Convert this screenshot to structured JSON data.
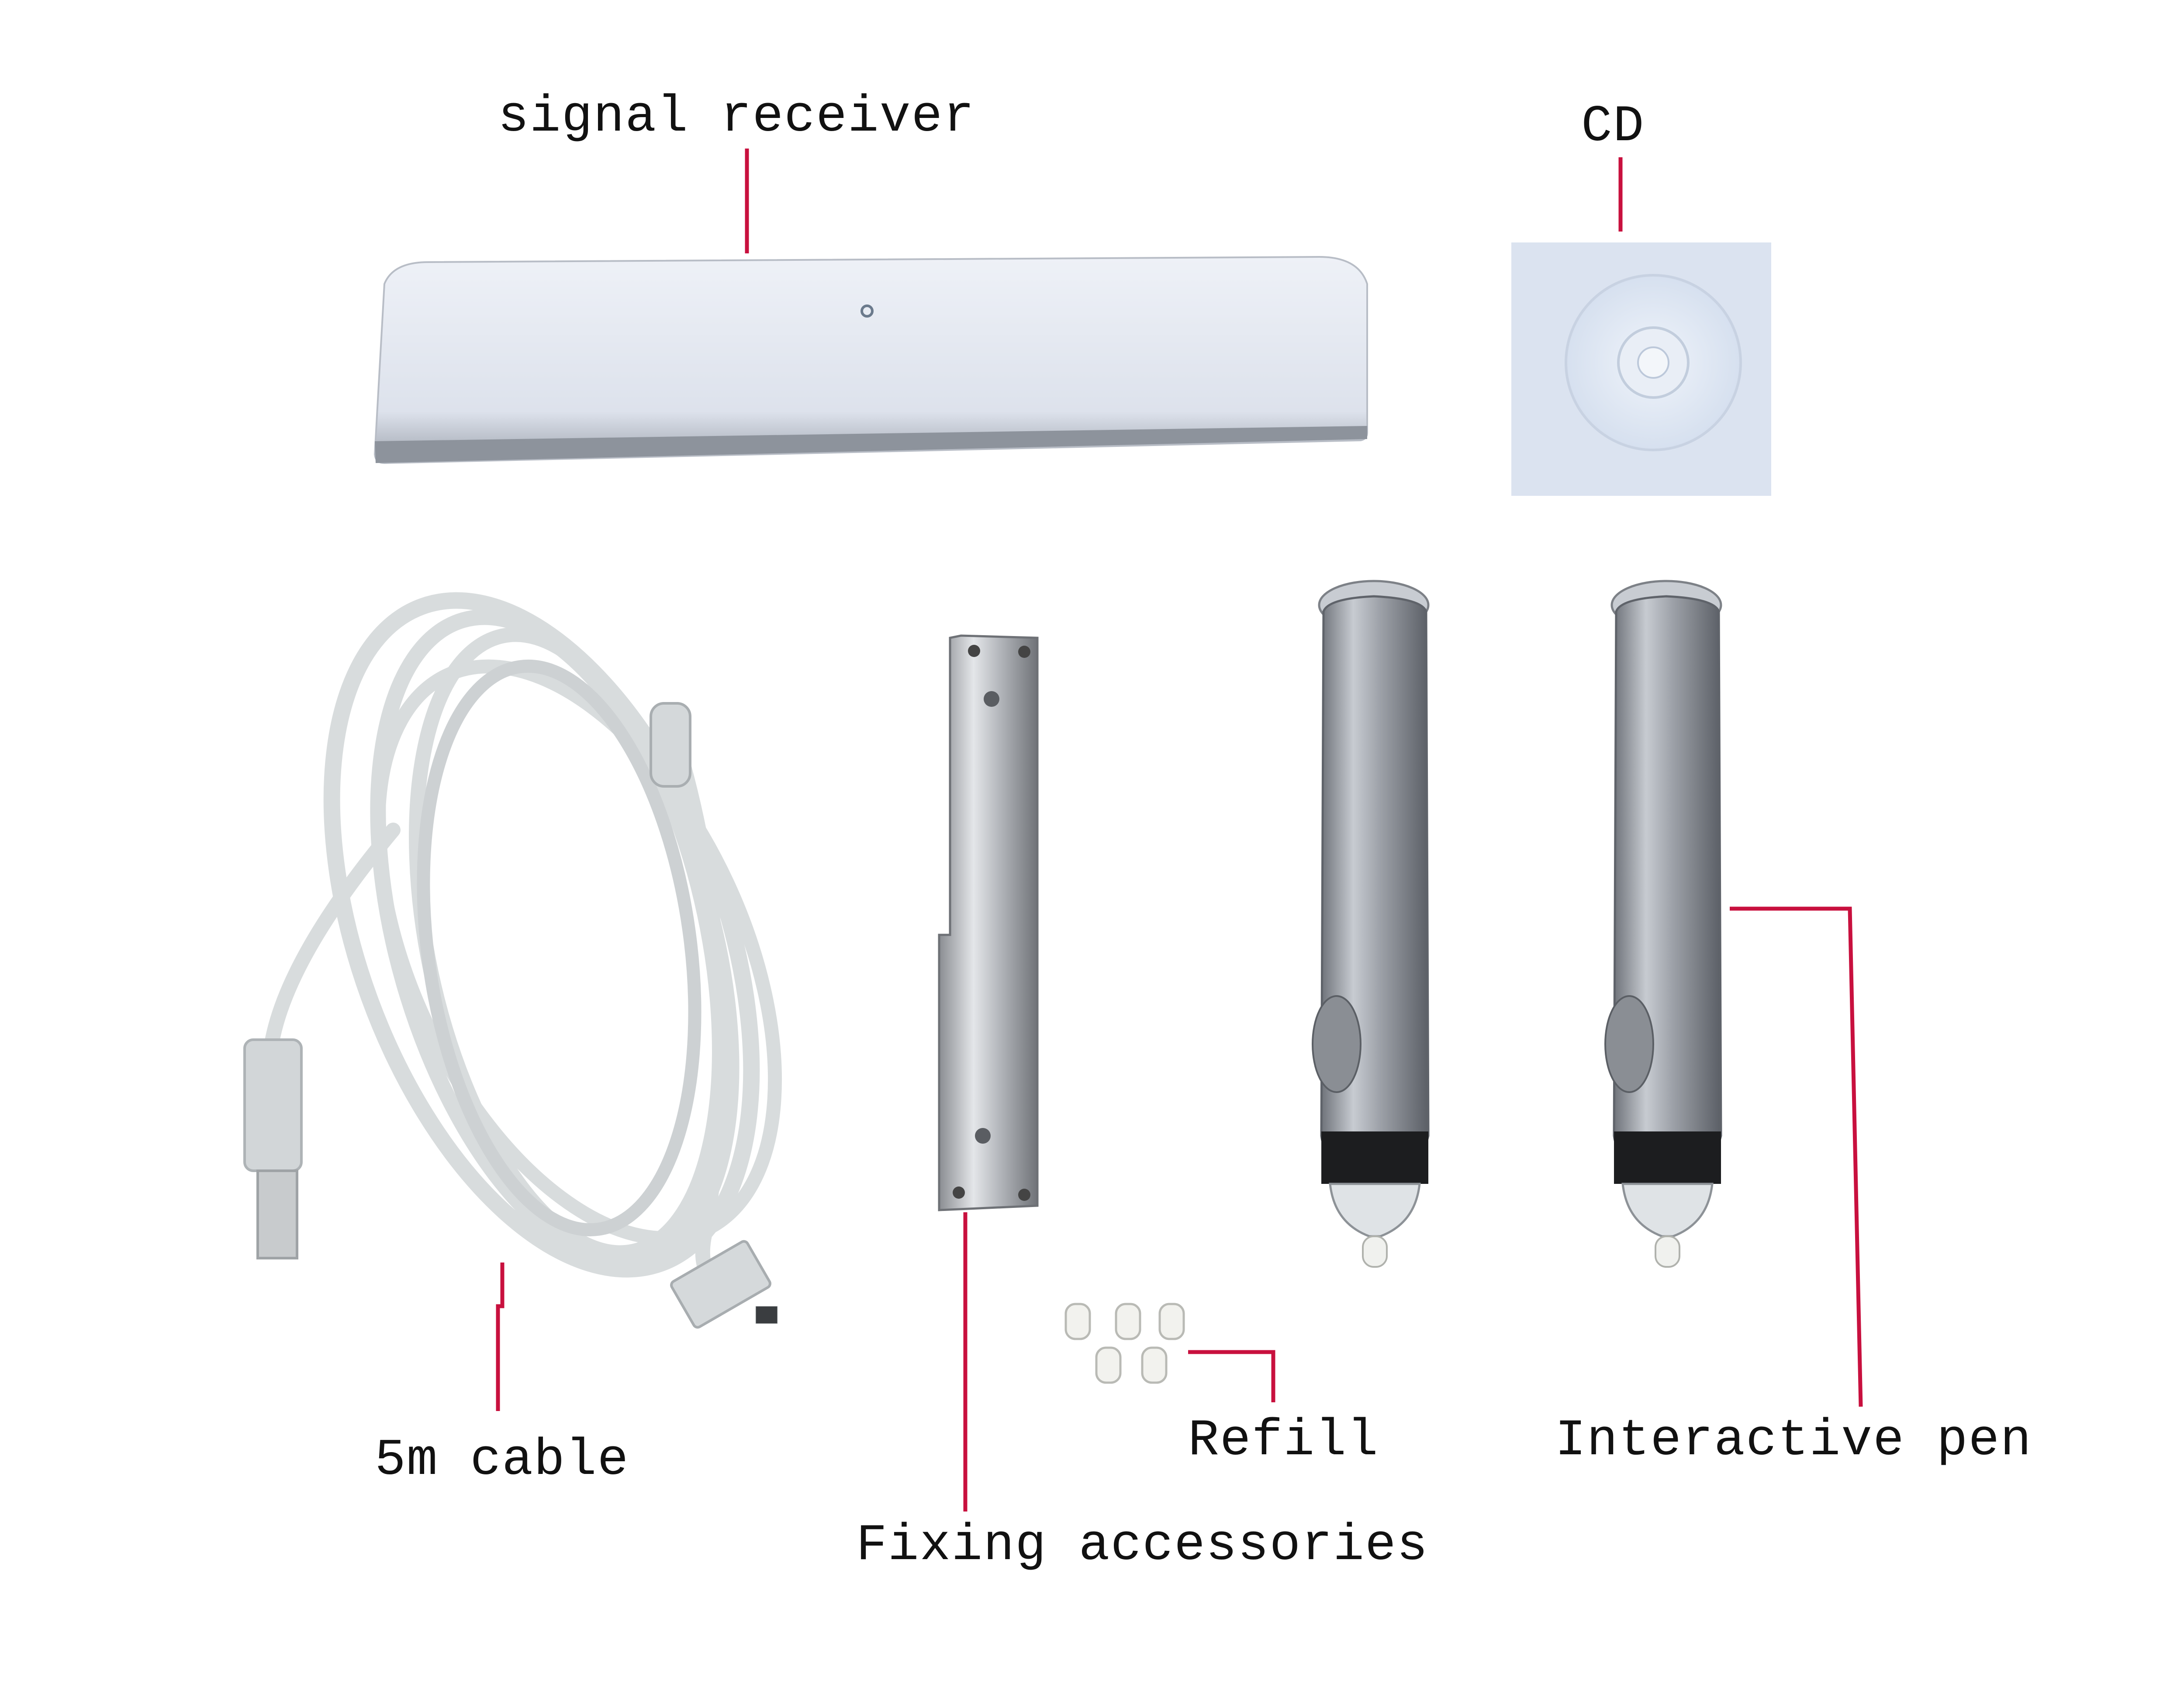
{
  "labels": {
    "signal_receiver": "signal receiver",
    "cd": "CD",
    "cable": "5m cable",
    "refill": "Refill",
    "interactive_pen": "Interactive pen",
    "fixing_accessories": "Fixing accessories"
  },
  "colors": {
    "leader_line": "#c8103e",
    "background": "#ffffff",
    "label_text": "#111111"
  },
  "items": [
    {
      "name": "signal receiver",
      "icon": "receiver-bar"
    },
    {
      "name": "CD",
      "icon": "disc-sleeve"
    },
    {
      "name": "5m cable",
      "icon": "coiled-usb-cable"
    },
    {
      "name": "Fixing accessories",
      "icon": "metal-bracket"
    },
    {
      "name": "Refill",
      "icon": "pen-tips"
    },
    {
      "name": "Interactive pen",
      "icon": "stylus-pen"
    }
  ]
}
